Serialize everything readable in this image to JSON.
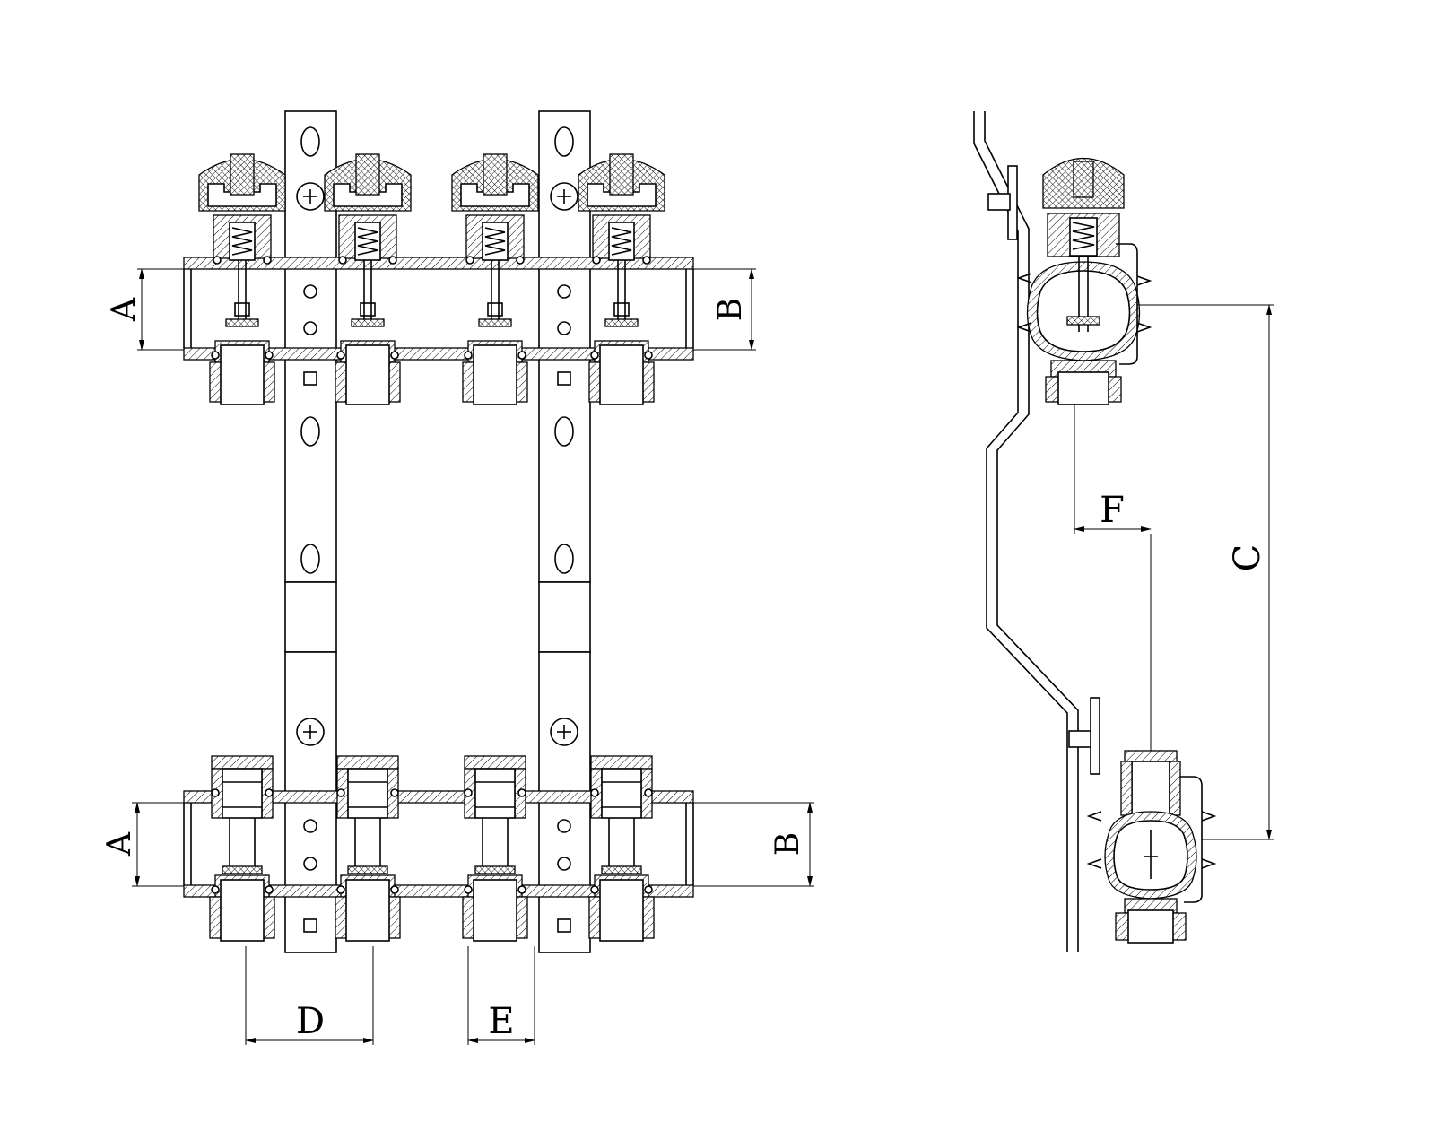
{
  "drawing": {
    "front_view": {
      "top_manifold": {
        "outlet_count": 4,
        "left_dim": "A",
        "right_dim": "B"
      },
      "bottom_manifold": {
        "outlet_count": 4,
        "left_dim": "A",
        "right_dim": "B"
      },
      "spacing_dims": [
        "D",
        "E"
      ]
    },
    "side_view": {
      "offset_dim": "F",
      "height_dim": "C"
    }
  }
}
